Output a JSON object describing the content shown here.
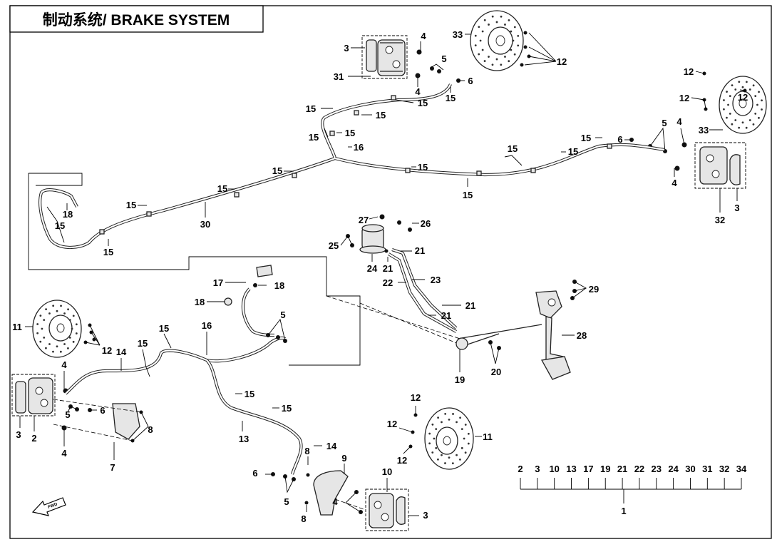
{
  "title": "制动系统/ BRAKE SYSTEM",
  "callouts": {
    "c3a": "3",
    "c4a": "4",
    "c31": "31",
    "c4b": "4",
    "c5a": "5",
    "c6a": "6",
    "c15a": "15",
    "c33a": "33",
    "c12a": "12",
    "c12b": "12",
    "c12c": "12",
    "c33b": "33",
    "c12d": "12",
    "c4c": "4",
    "c5b": "5",
    "c6b": "6",
    "c15b": "15",
    "c4d": "4",
    "c32": "32",
    "c3b": "3",
    "c15c": "15",
    "c15d": "15",
    "c15e": "15",
    "c15f": "15",
    "c16a": "16",
    "c15g": "15",
    "c15h": "15",
    "c15i": "15",
    "c15j": "15",
    "c15k": "15",
    "c15l": "15",
    "c15m": "15",
    "c15n": "15",
    "c18a": "18",
    "c15o": "15",
    "c15p": "15",
    "c30": "30",
    "c27": "27",
    "c26": "26",
    "c25": "25",
    "c21a": "21",
    "c24": "24",
    "c21b": "21",
    "c23": "23",
    "c22": "22",
    "c17": "17",
    "c18b": "18",
    "c18c": "18",
    "c5c": "5",
    "c21c": "21",
    "c21d": "21",
    "c29": "29",
    "c28": "28",
    "c19": "19",
    "c20": "20",
    "c11a": "11",
    "c12e": "12",
    "c14a": "14",
    "c15q": "15",
    "c15r": "15",
    "c16b": "16",
    "c4e": "4",
    "c6c": "6",
    "c5d": "5",
    "c8a": "8",
    "c3c": "3",
    "c2": "2",
    "c4f": "4",
    "c7": "7",
    "c15s": "15",
    "c15t": "15",
    "c13": "13",
    "c14b": "14",
    "c8b": "8",
    "c9": "9",
    "c6d": "6",
    "c5e": "5",
    "c10": "10",
    "c4g": "4",
    "c3d": "3",
    "c8c": "8",
    "c12f": "12",
    "c12g": "12",
    "c11b": "11",
    "c12h": "12"
  },
  "assembly_legend": {
    "members": [
      "2",
      "3",
      "10",
      "13",
      "17",
      "19",
      "21",
      "22",
      "23",
      "24",
      "30",
      "31",
      "32",
      "34"
    ],
    "total": "1"
  },
  "icons": {
    "front_arrow": "front-direction-arrow-icon"
  }
}
